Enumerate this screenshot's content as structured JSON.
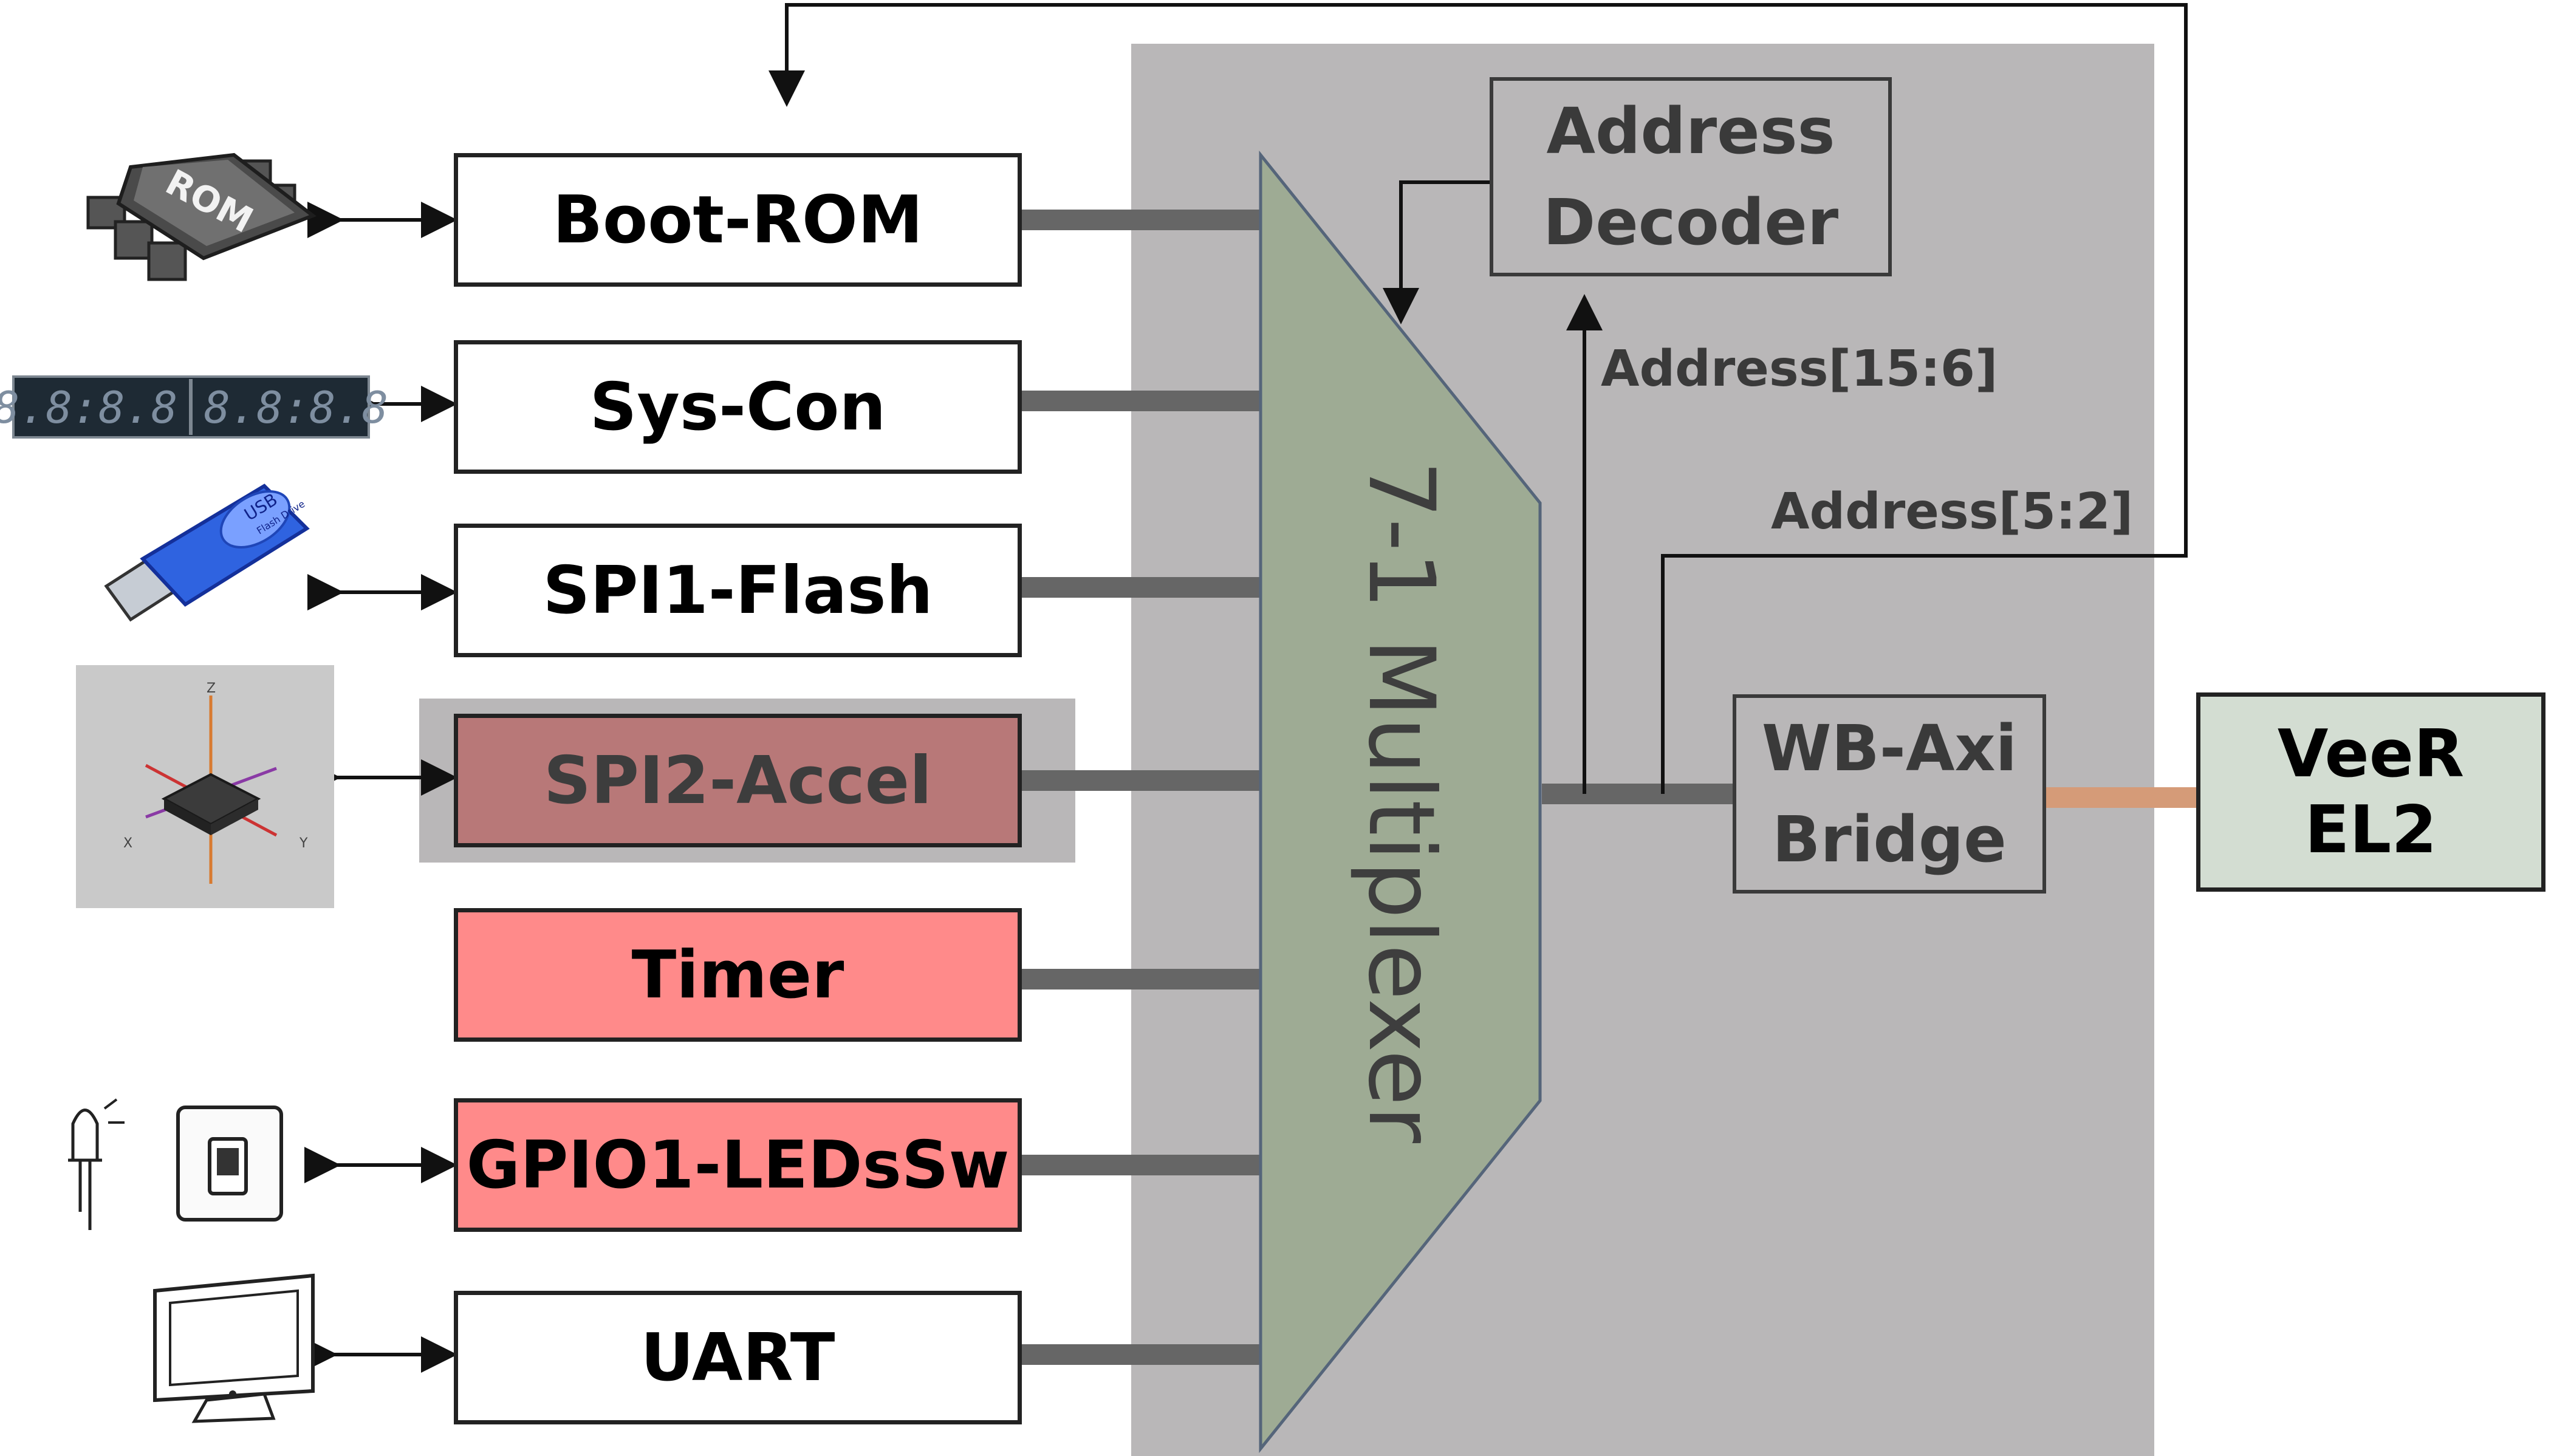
{
  "peripherals": [
    {
      "id": "boot-rom",
      "label": "Boot-ROM",
      "fill": "#ffffff",
      "text_color": "#000000"
    },
    {
      "id": "sys-con",
      "label": "Sys-Con",
      "fill": "#ffffff",
      "text_color": "#000000"
    },
    {
      "id": "spi1-flash",
      "label": "SPI1-Flash",
      "fill": "#ffffff",
      "text_color": "#000000"
    },
    {
      "id": "spi2-accel",
      "label": "SPI2-Accel",
      "fill": "#b87878",
      "text_color": "#3d3d3d"
    },
    {
      "id": "timer",
      "label": "Timer",
      "fill": "#ff8a8a",
      "text_color": "#000000"
    },
    {
      "id": "gpio1-ledssw",
      "label": "GPIO1-LEDsSw",
      "fill": "#ff8a8a",
      "text_color": "#000000"
    },
    {
      "id": "uart",
      "label": "UART",
      "fill": "#ffffff",
      "text_color": "#000000"
    }
  ],
  "mux": {
    "label": "7-1 Multiplexer",
    "fill": "#9eab94"
  },
  "decoder": {
    "line1": "Address",
    "line2": "Decoder"
  },
  "bridge": {
    "line1": "WB-Axi",
    "line2": "Bridge"
  },
  "core": {
    "label": "VeeR EL2",
    "fill": "#d3ddd2"
  },
  "signals": {
    "addr_high": "Address[15:6]",
    "addr_low": "Address[5:2]"
  },
  "icons": {
    "rom": {
      "text": "ROM"
    },
    "usb": {
      "text": "USB",
      "sub": "Flash Drive"
    },
    "accel_axes": {
      "z": "Z",
      "x": "X",
      "y": "Y"
    },
    "seven_seg": {
      "digits": "8.8:8.8 8.8:8.8"
    }
  },
  "colors": {
    "bus_area": "#b9b7b8",
    "bus_line": "#666666",
    "accel_highlight": "#b9b7b8",
    "core_link": "#d59b78"
  }
}
